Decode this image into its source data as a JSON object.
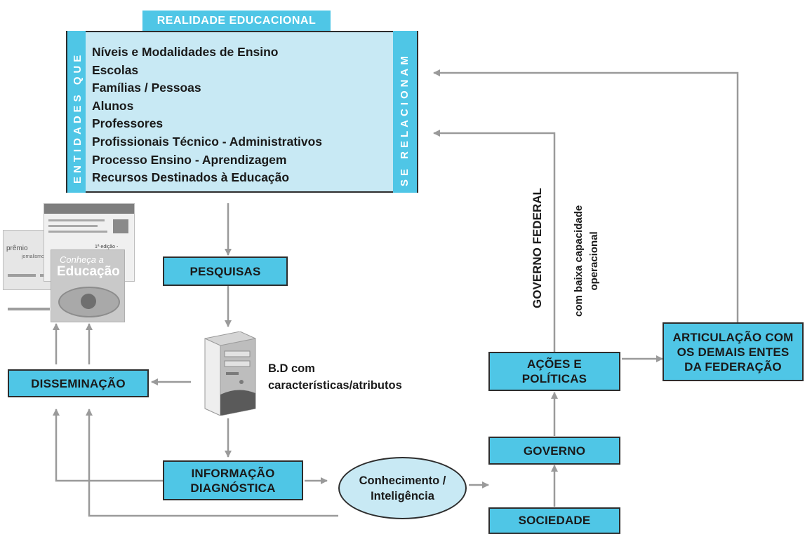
{
  "realidade_title": "REALIDADE EDUCACIONAL",
  "left_vertical": "ENTIDADES QUE",
  "right_vertical": "SE RELACIONAM",
  "entities": [
    "Níveis e Modalidades de Ensino",
    "Escolas",
    "Famílias / Pessoas",
    "Alunos",
    "Professores",
    "Profissionais Técnico - Administrativos",
    "Processo Ensino - Aprendizagem",
    "Recursos Destinados à Educação"
  ],
  "boxes": {
    "pesquisas": "PESQUISAS",
    "disseminacao": "DISSEMINAÇÃO",
    "informacao_line1": "INFORMAÇÃO",
    "informacao_line2": "DIAGNÓSTICA",
    "acoes_line1": "AÇÕES E",
    "acoes_line2": "POLÍTICAS",
    "governo": "GOVERNO",
    "sociedade": "SOCIEDADE",
    "articulacao_line1": "ARTICULAÇÃO COM",
    "articulacao_line2": "OS DEMAIS ENTES",
    "articulacao_line3": "DA FEDERAÇÃO"
  },
  "ellipse": {
    "line1": "Conhecimento /",
    "line2": "Inteligência"
  },
  "db_label": {
    "line1": "B.D com",
    "line2": "características/atributos"
  },
  "governo_federal": "GOVERNO FEDERAL",
  "baixa_line1": "com baixa capacidade",
  "baixa_line2": "operacional",
  "pub_texts": {
    "premio": "prêmio",
    "jornalismo": "jornalismo",
    "conheca": "Conheça a",
    "educacao": "Educação",
    "edicao": "1ª edição - 2005/2006"
  },
  "colors": {
    "box": "#4fc6e6",
    "panel": "#c8e9f4",
    "arrow": "#9a9a9a",
    "border": "#2d2d2d"
  }
}
